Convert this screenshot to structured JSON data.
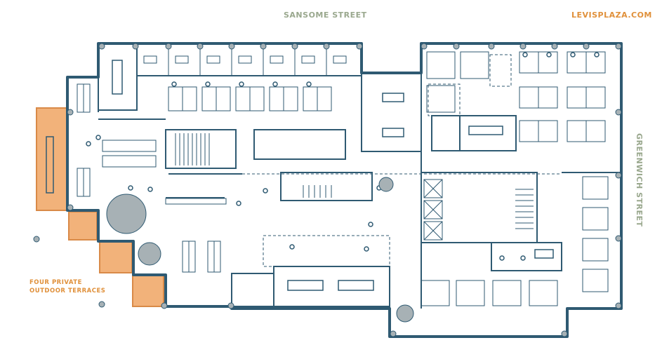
{
  "labels": {
    "street_top": "SANSOME STREET",
    "brand": "LEVISPLAZA.COM",
    "street_right": "GREENWICH STREET",
    "terraces_line1": "FOUR PRIVATE",
    "terraces_line2": "OUTDOOR TERRACES"
  },
  "colors": {
    "wall": "#2f5a72",
    "terrace_fill": "#f2b27a",
    "terrace_stroke": "#d98a48",
    "street_text": "#9aa88e",
    "brand_text": "#e0903a",
    "lounge_gray": "#a7b1b5"
  },
  "icons": [
    "column-dot",
    "desk-chair",
    "conference-table",
    "stair",
    "elevator",
    "lounge-rug"
  ]
}
